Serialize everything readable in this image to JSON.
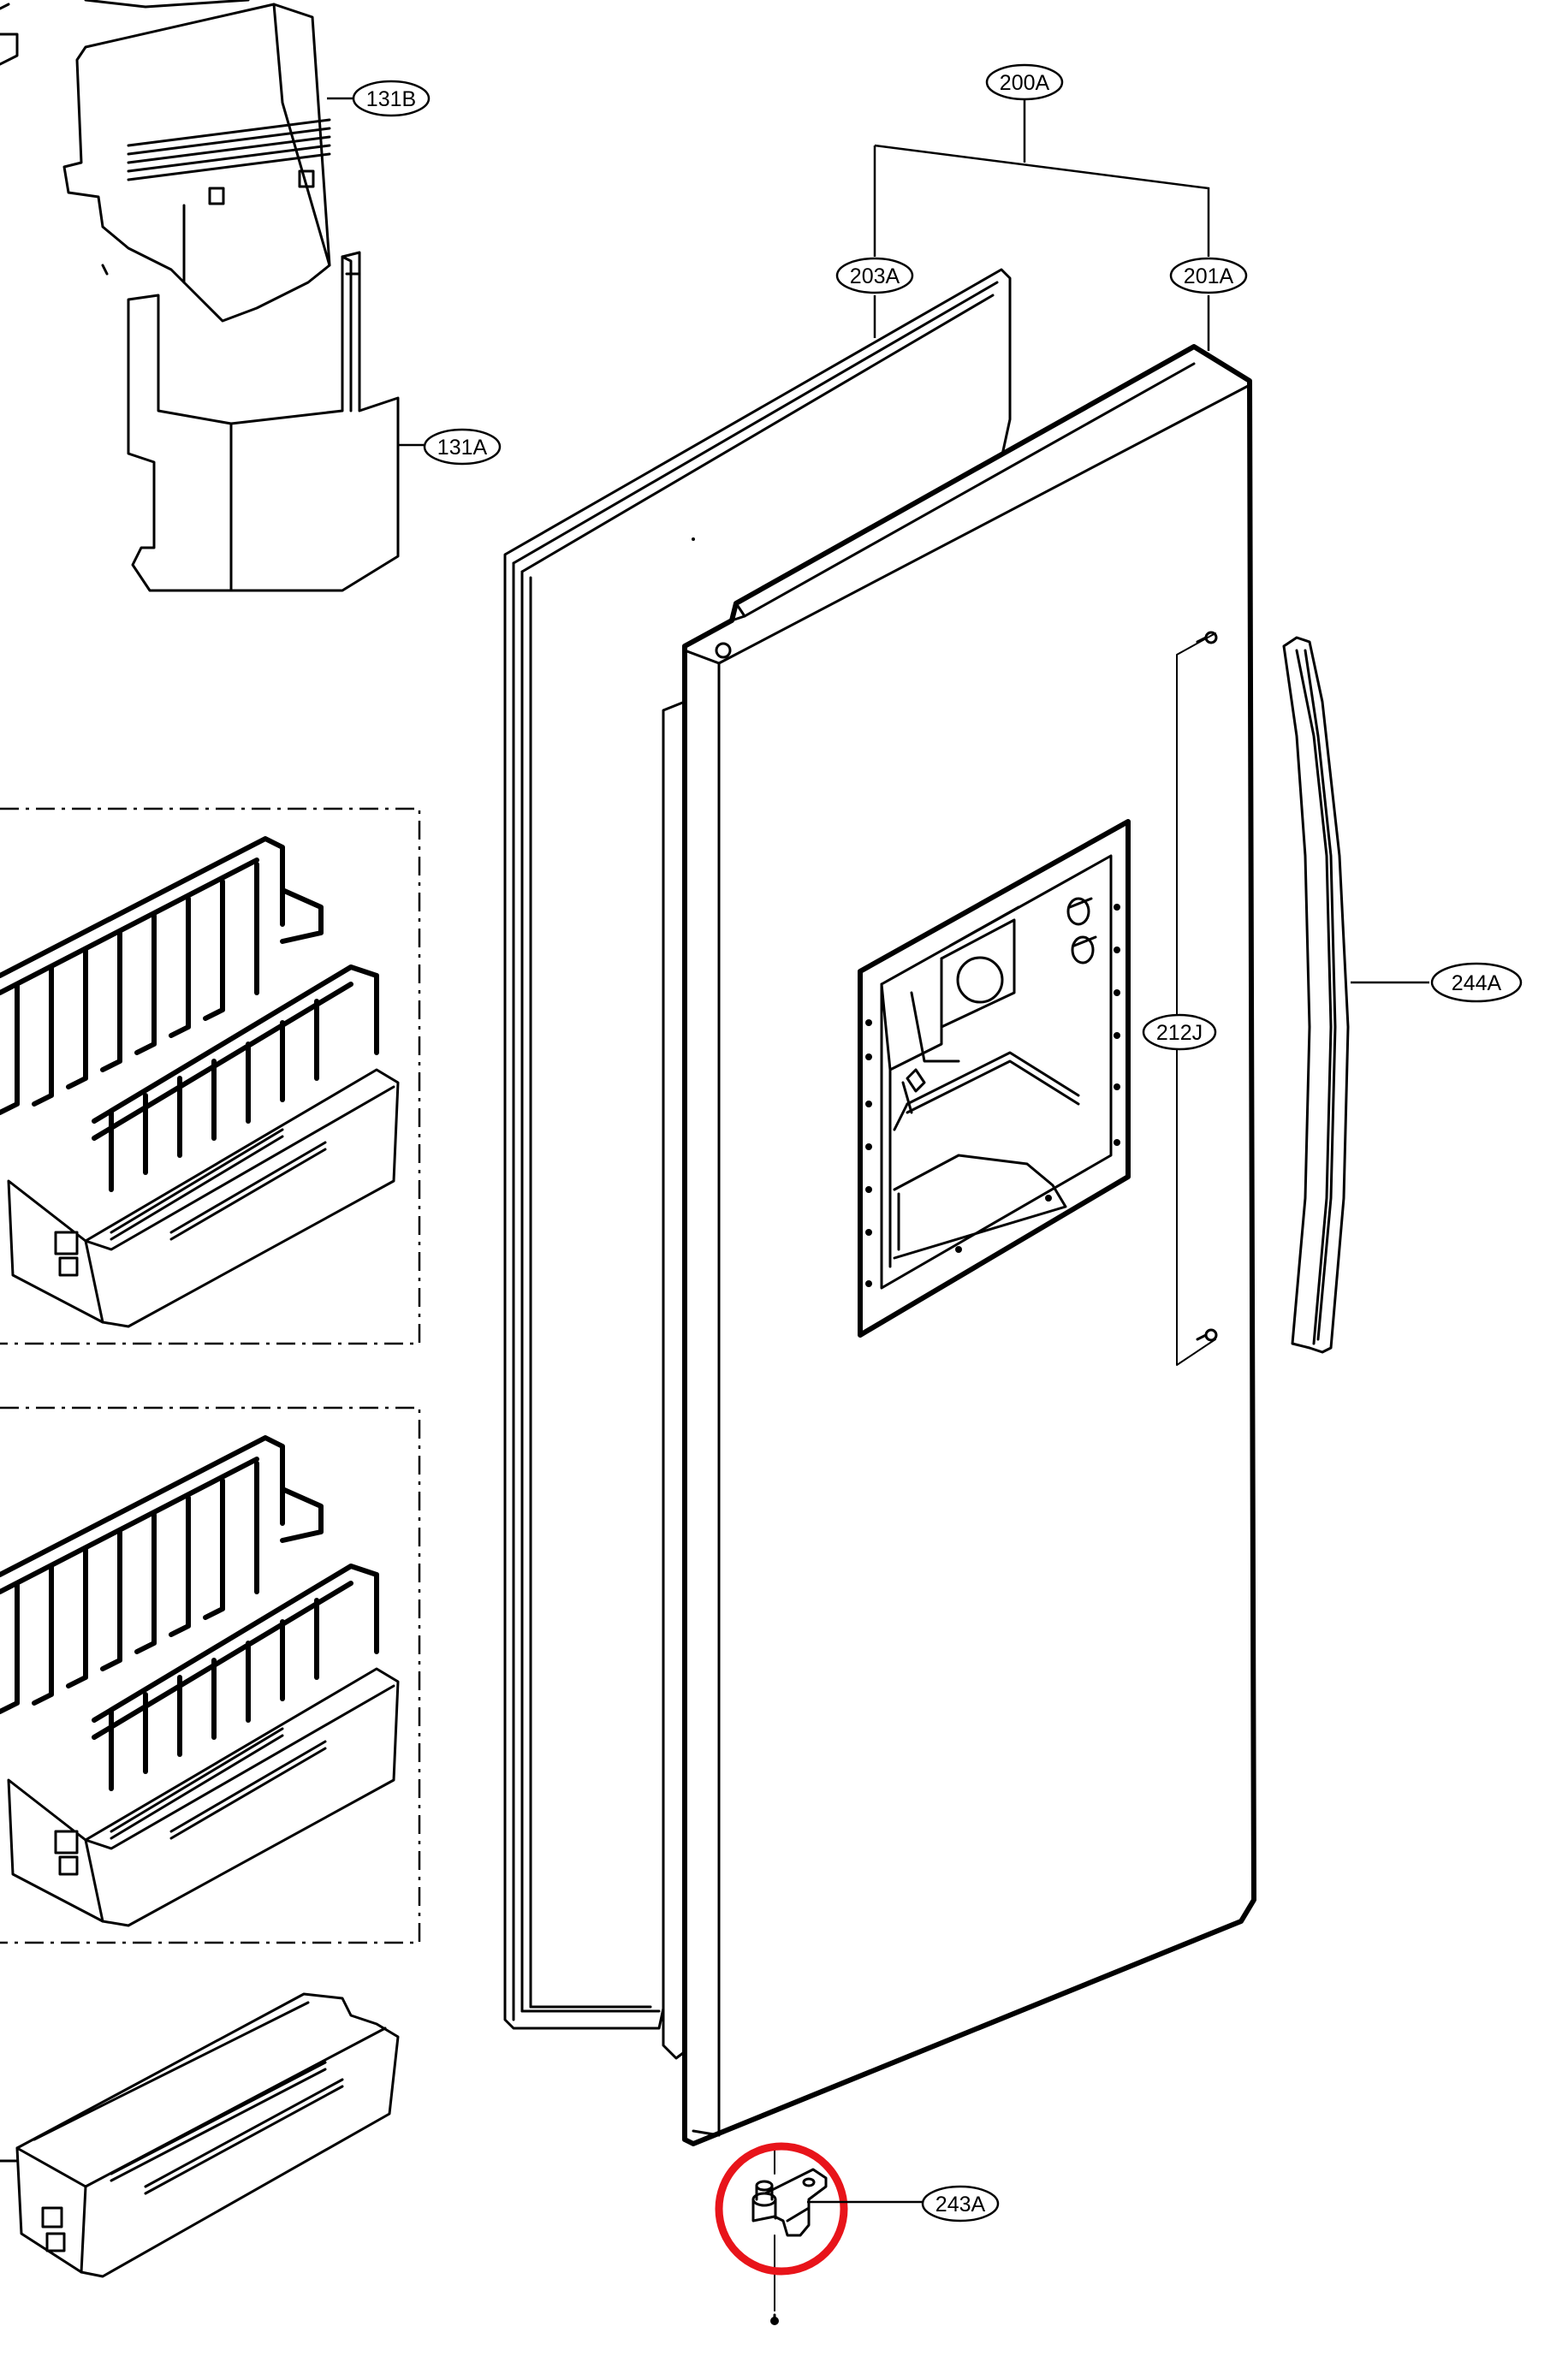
{
  "callouts": {
    "c131B": "131B",
    "c131A": "131A",
    "c200A": "200A",
    "c203A": "203A",
    "c201A": "201A",
    "c212J": "212J",
    "c244A": "244A",
    "c243A": "243A"
  },
  "colors": {
    "line": "#000000",
    "background": "#ffffff",
    "highlight": "#e8141a"
  }
}
